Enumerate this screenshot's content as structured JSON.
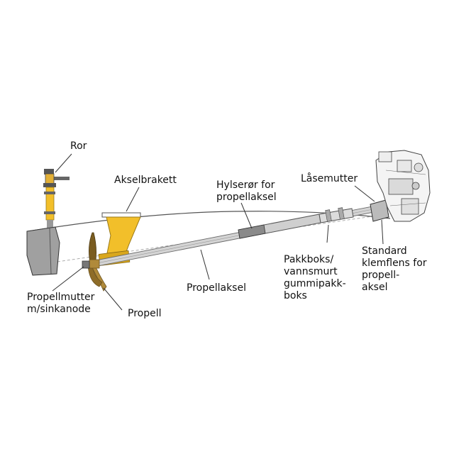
{
  "labels": {
    "ror": "Ror",
    "akselbrakett": "Akselbrakett",
    "hylseror_1": "Hylserør for",
    "hylseror_2": "propellaksel",
    "lasemutter": "Låsemutter",
    "pakkboks_1": "Pakkboks/",
    "pakkboks_2": "vannsmurt",
    "pakkboks_3": "gummipakk-",
    "pakkboks_4": "boks",
    "standard_1": "Standard",
    "standard_2": "klemflens for",
    "standard_3": "propell-",
    "standard_4": "aksel",
    "propellaksel": "Propellaksel",
    "propellmutter_1": "Propellmutter",
    "propellmutter_2": "m/sinkanode",
    "propell": "Propell"
  },
  "colors": {
    "yellow": "#f2bf2a",
    "yellow_dark": "#d9a71c",
    "bronze": "#b08a3a",
    "bronze_dark": "#6e5520",
    "shaft": "#c8c8c8",
    "shaft_dark": "#7a7a7a",
    "rudder": "#a0a0a0",
    "line": "#333333"
  }
}
